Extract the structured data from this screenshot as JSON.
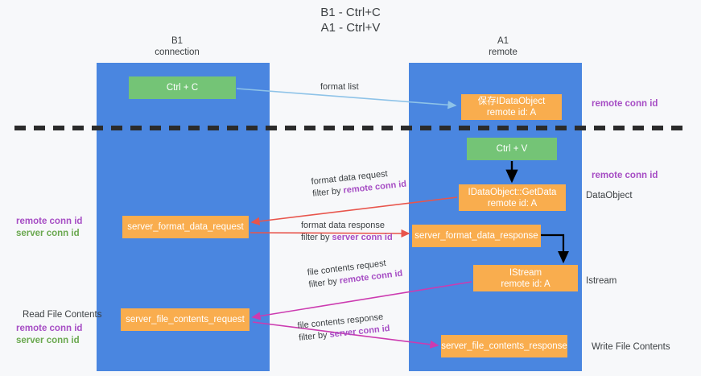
{
  "title": {
    "line1": "B1 - Ctrl+C",
    "line2": "A1 - Ctrl+V"
  },
  "columns": {
    "left": {
      "name": "B1",
      "role": "connection"
    },
    "right": {
      "name": "A1",
      "role": "remote"
    }
  },
  "nodes": {
    "ctrl_c": {
      "line1": "Ctrl + C",
      "line2": "",
      "color": "#74c476"
    },
    "save_dataobject": {
      "line1": "保存IDataObject",
      "line2": "remote id: A",
      "color": "#f9ad4e"
    },
    "ctrl_v": {
      "line1": "Ctrl + V",
      "line2": "",
      "color": "#74c476"
    },
    "getdata": {
      "line1": "IDataObject::GetData",
      "line2": "remote id: A",
      "color": "#f9ad4e"
    },
    "server_format_data_request": {
      "line1": "server_format_data_request",
      "line2": "",
      "color": "#f9ad4e"
    },
    "server_format_data_response": {
      "line1": "server_format_data_response",
      "line2": "",
      "color": "#f9ad4e"
    },
    "istream": {
      "line1": "IStream",
      "line2": "remote id: A",
      "color": "#f9ad4e"
    },
    "server_file_contents_request": {
      "line1": "server_file_contents_request",
      "line2": "",
      "color": "#f9ad4e"
    },
    "server_file_contents_response": {
      "line1": "server_file_contents_response",
      "line2": "",
      "color": "#f9ad4e"
    }
  },
  "edges": {
    "format_list": {
      "label": "format list"
    },
    "format_data_request": {
      "label": "format data request",
      "filter_prefix": "filter by ",
      "filter_key": "remote conn id"
    },
    "format_data_response": {
      "label": "format data response",
      "filter_prefix": "filter by ",
      "filter_key": "server conn id"
    },
    "file_contents_request": {
      "label": "file contents request",
      "filter_prefix": "filter by ",
      "filter_key": "remote conn id"
    },
    "file_contents_response": {
      "label": "file contents response",
      "filter_prefix": "filter by ",
      "filter_key": "server conn id"
    }
  },
  "annotations": {
    "right_remote_top": "remote conn id",
    "right_remote_mid": "remote conn id",
    "dataobject": "DataObject",
    "istream": "Istream",
    "write_file_contents": "Write File Contents",
    "read_file_contents": "Read File Contents",
    "left_remote_1": "remote conn id",
    "left_server_1": "server conn id",
    "left_remote_2": "remote conn id",
    "left_server_2": "server conn id"
  },
  "colors": {
    "lane": "#4a86e0",
    "green_node": "#74c476",
    "orange_node": "#f9ad4e",
    "purple_key": "#a64dc4",
    "green_key": "#6aa84f",
    "arrow_blue": "#8ec3e8",
    "arrow_red": "#e8554c",
    "arrow_magenta": "#cc3bb0",
    "arrow_black": "#000000",
    "divider": "#2b2b2b",
    "background": "#f7f8fa"
  }
}
